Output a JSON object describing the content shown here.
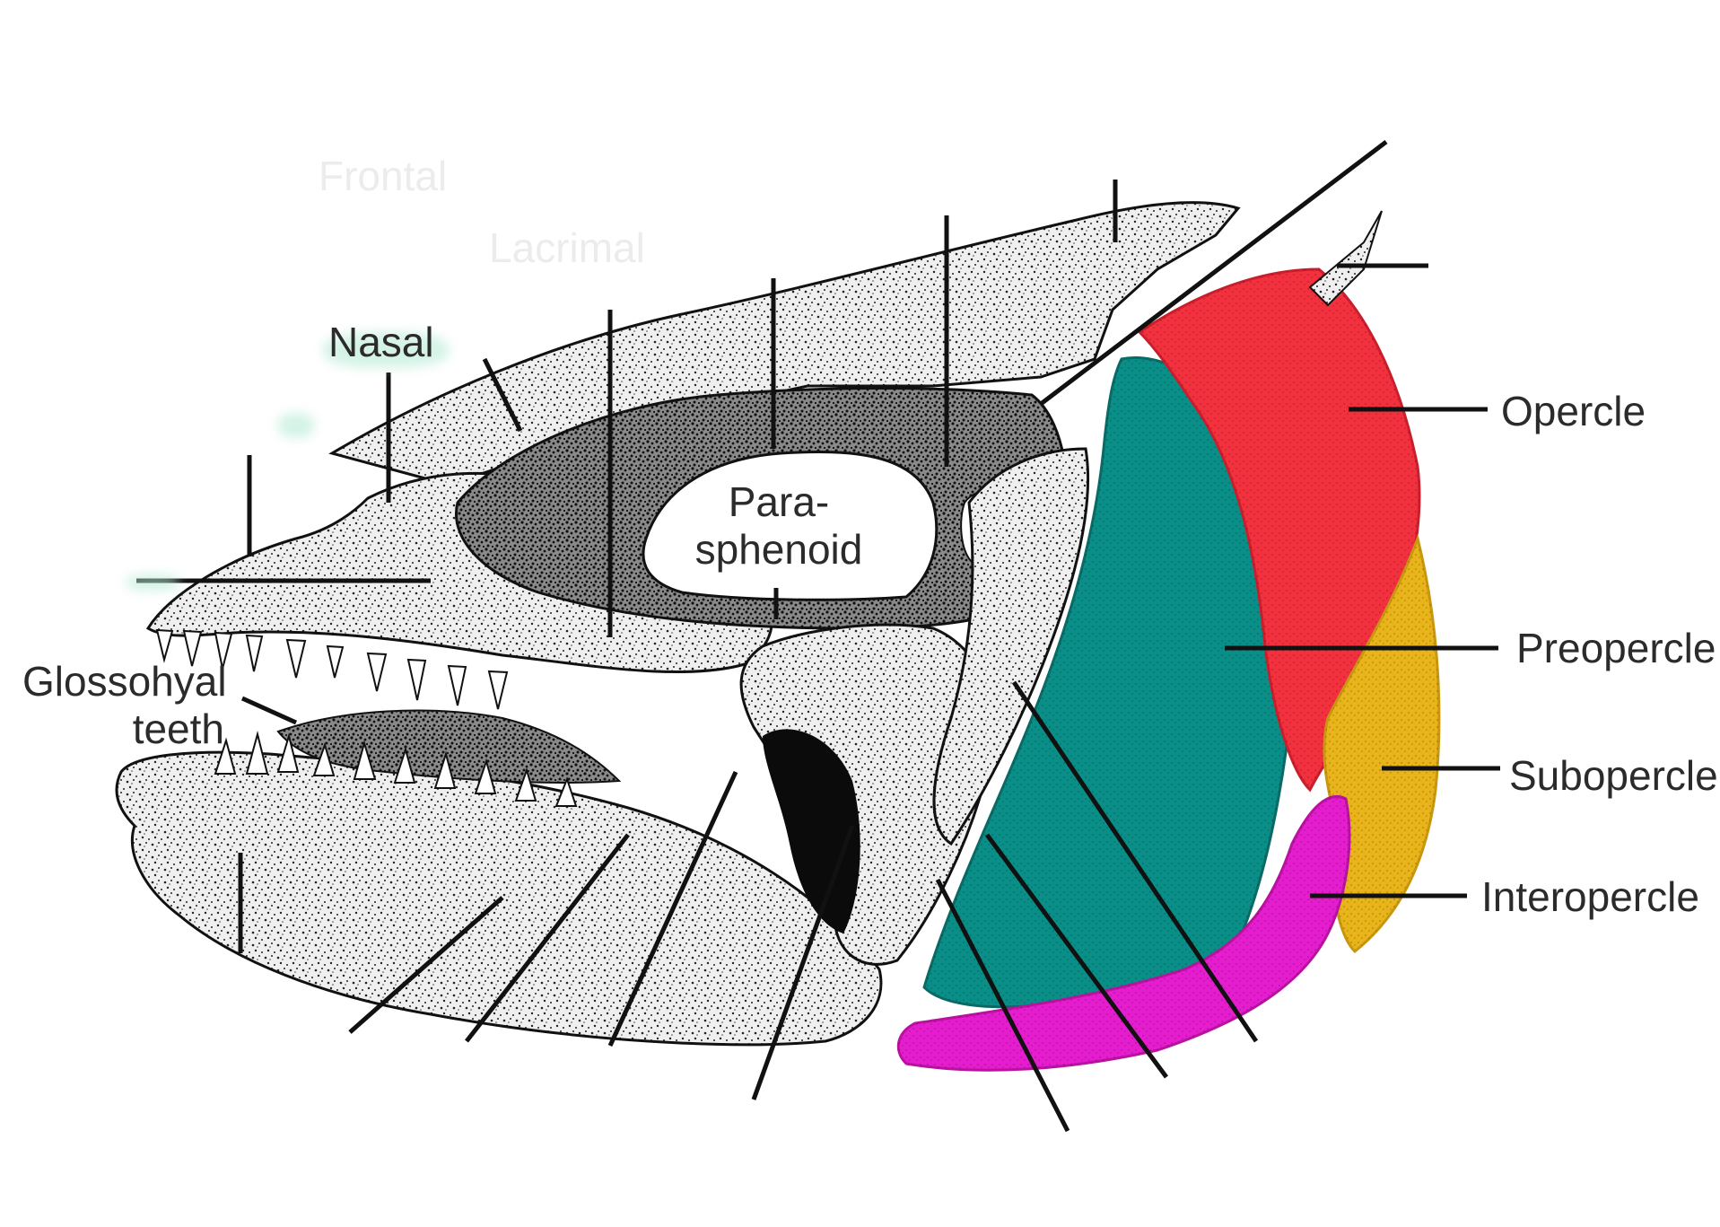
{
  "diagram": {
    "labels": {
      "nasal": "Nasal",
      "glossohyal": [
        "Glossohyal",
        "teeth"
      ],
      "parasphenoid": [
        "Para-",
        "sphenoid"
      ],
      "opercle": "Opercle",
      "preopercle": "Preopercle",
      "subopercle": "Subopercle",
      "interopercle": "Interopercle"
    },
    "faded_labels": {
      "frontal": "Frontal",
      "lacrimal": "Lacrimal"
    },
    "colors": {
      "opercle": "#f2303e",
      "preopercle": "#0a8f88",
      "subopercle": "#e8b41a",
      "interopercle": "#e61ccf",
      "bone_ink": "#111111",
      "bone_fill": "#e9e9e9"
    }
  }
}
